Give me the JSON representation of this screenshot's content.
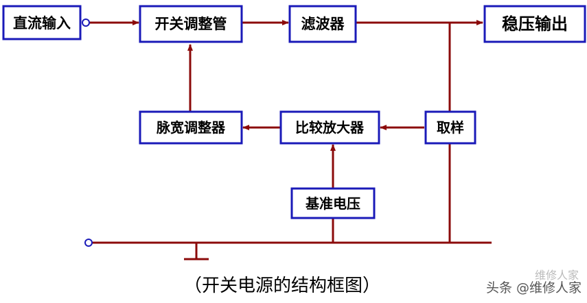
{
  "diagram": {
    "nodes": {
      "dc_input": "直流输入",
      "switch_tube": "开关调整管",
      "filter": "滤波器",
      "regulated_output": "稳压输出",
      "pwm": "脉宽调整器",
      "comparator_amp": "比较放大器",
      "sampling": "取样",
      "reference_voltage": "基准电压"
    },
    "caption": "（开关电源的结构框图）",
    "watermark": "头条 @维修人家",
    "watermark_faint": "维修人家"
  },
  "colors": {
    "box_border": "#1a1ab8",
    "line": "#8b0a0a",
    "text": "#000000"
  }
}
